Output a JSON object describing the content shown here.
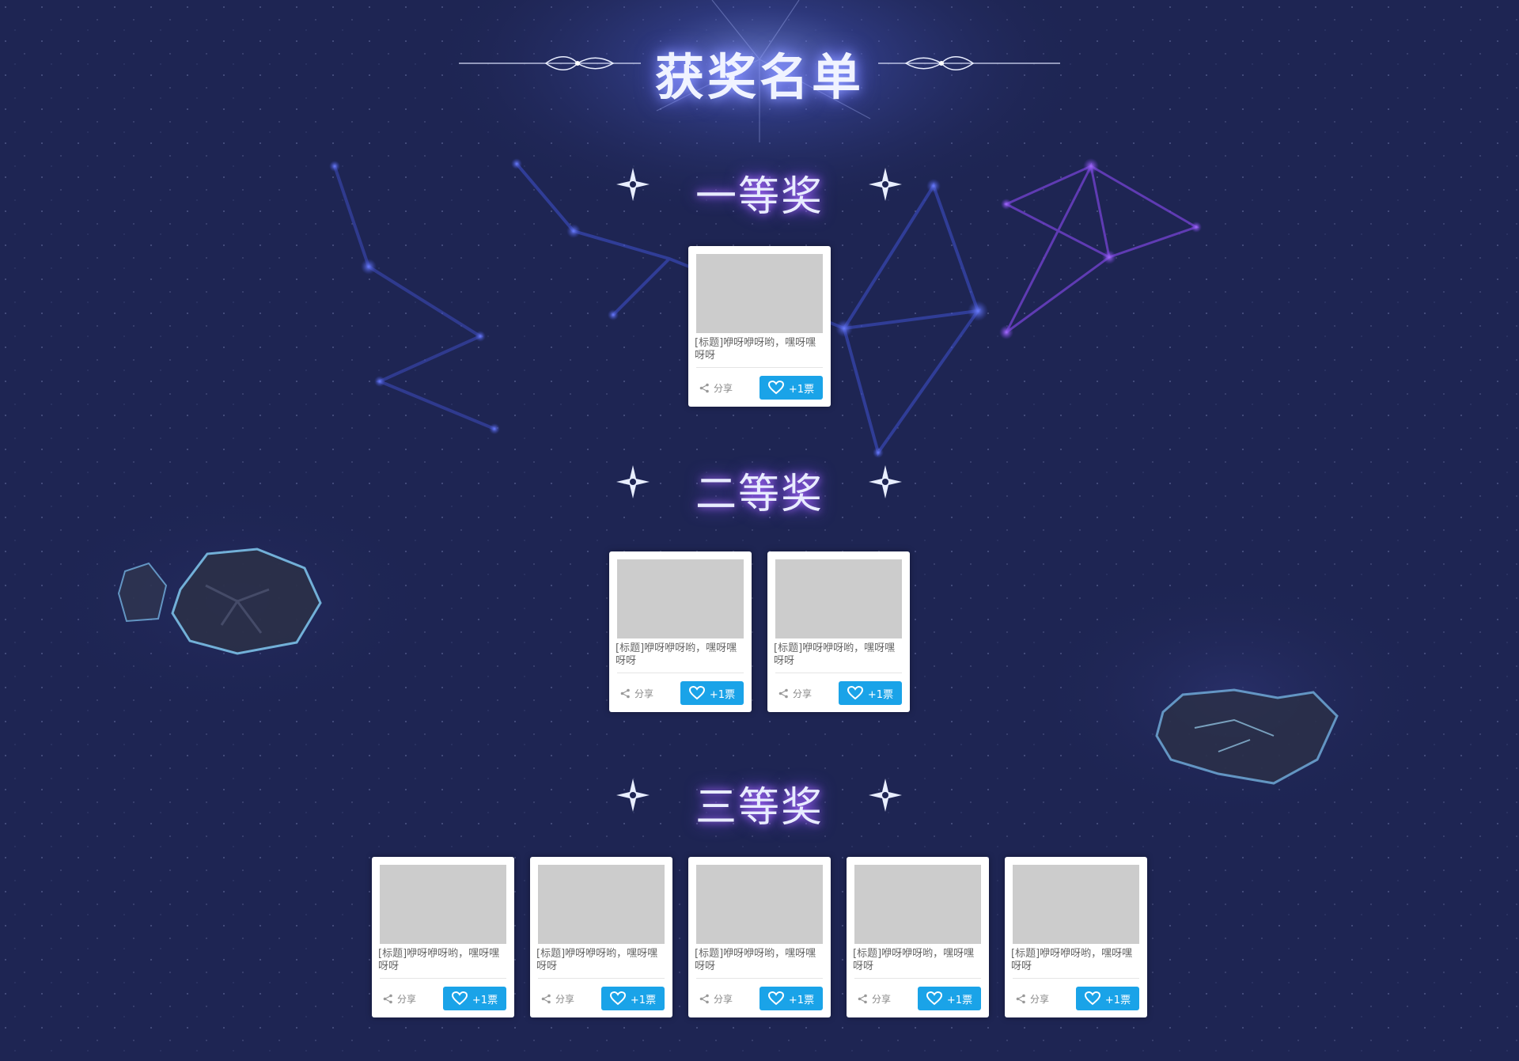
{
  "header": {
    "title": "获奖名单"
  },
  "sections": [
    {
      "title": "一等奖",
      "items": [
        {
          "title": "[标题]咿呀咿呀哟，嘿呀嘿呀呀",
          "share_label": "分享",
          "vote_label": "+1票"
        }
      ]
    },
    {
      "title": "二等奖",
      "items": [
        {
          "title": "[标题]咿呀咿呀哟，嘿呀嘿呀呀",
          "share_label": "分享",
          "vote_label": "+1票"
        },
        {
          "title": "[标题]咿呀咿呀哟，嘿呀嘿呀呀",
          "share_label": "分享",
          "vote_label": "+1票"
        }
      ]
    },
    {
      "title": "三等奖",
      "items": [
        {
          "title": "[标题]咿呀咿呀哟，嘿呀嘿呀呀",
          "share_label": "分享",
          "vote_label": "+1票"
        },
        {
          "title": "[标题]咿呀咿呀哟，嘿呀嘿呀呀",
          "share_label": "分享",
          "vote_label": "+1票"
        },
        {
          "title": "[标题]咿呀咿呀哟，嘿呀嘿呀呀",
          "share_label": "分享",
          "vote_label": "+1票"
        },
        {
          "title": "[标题]咿呀咿呀哟，嘿呀嘿呀呀",
          "share_label": "分享",
          "vote_label": "+1票"
        },
        {
          "title": "[标题]咿呀咿呀哟，嘿呀嘿呀呀",
          "share_label": "分享",
          "vote_label": "+1票"
        }
      ]
    }
  ],
  "icons": {
    "share": "share-icon",
    "vote": "heart-icon",
    "sparkle": "four-point-star-icon",
    "ornament": "flourish-ornament-icon"
  },
  "colors": {
    "background": "#1e2553",
    "vote_button": "#1aa3e8",
    "image_placeholder": "#cccccc",
    "constellation_blue": "#4b5fd6",
    "constellation_purple": "#8a4fe0"
  }
}
